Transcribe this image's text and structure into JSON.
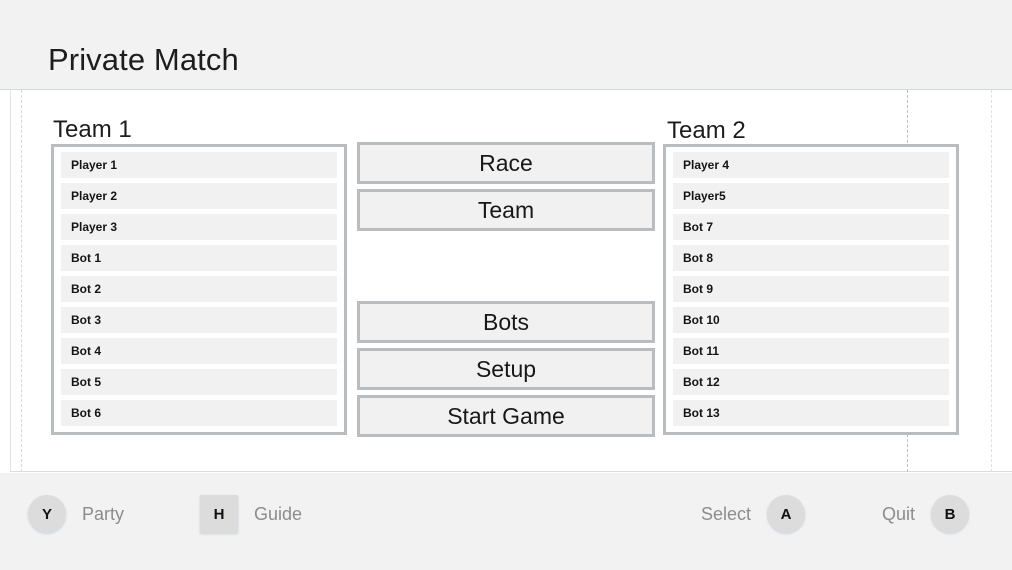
{
  "header": {
    "title": "Private Match"
  },
  "content": {
    "team1": {
      "label": "Team 1",
      "players": [
        "Player 1",
        "Player 2",
        "Player 3",
        "Bot 1",
        "Bot 2",
        "Bot 3",
        "Bot 4",
        "Bot 5",
        "Bot 6"
      ]
    },
    "team2": {
      "label": "Team 2",
      "players": [
        "Player 4",
        "Player5",
        "Bot 7",
        "Bot 8",
        "Bot 9",
        "Bot 10",
        "Bot 11",
        "Bot 12",
        "Bot 13"
      ]
    },
    "menu": {
      "buttons": [
        "Race",
        "Team",
        "Bots",
        "Setup",
        "Start Game"
      ]
    }
  },
  "footer": {
    "hints": [
      {
        "badge": "Y",
        "label": "Party"
      },
      {
        "badge": "H",
        "label": "Guide"
      },
      {
        "badge": "A",
        "label": "Select"
      },
      {
        "badge": "B",
        "label": "Quit"
      }
    ]
  },
  "colors": {
    "header_bg": "#f2f2f2",
    "footer_bg": "#f2f2f2",
    "panel_border": "#b9bdc0",
    "row_bg": "#f1f1f1",
    "badge_bg": "#dcdcdc",
    "hint_text": "#8c8c8c",
    "accent_rule": "#cfdcea"
  }
}
